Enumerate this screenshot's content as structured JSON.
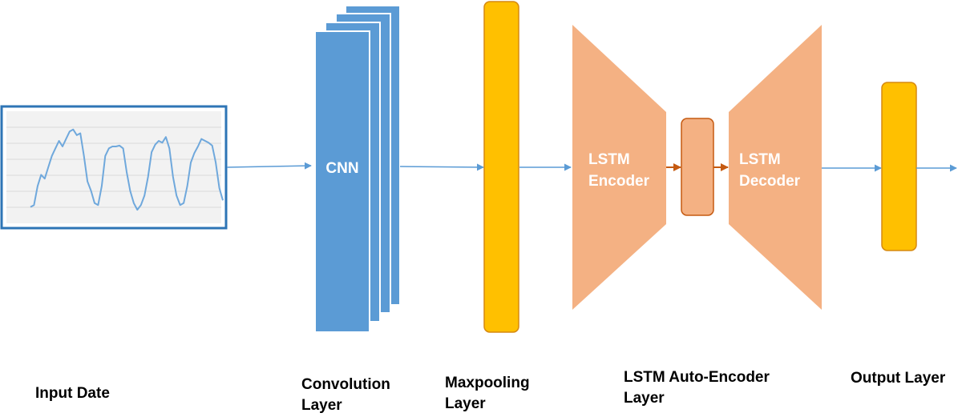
{
  "blocks": {
    "cnn_label": "CNN",
    "encoder_line1": "LSTM",
    "encoder_line2": "Encoder",
    "decoder_line1": "LSTM",
    "decoder_line2": "Decoder"
  },
  "captions": {
    "input": "Input Date",
    "convolution_line1": "Convolution",
    "convolution_line2": "Layer",
    "maxpooling_line1": "Maxpooling",
    "maxpooling_line2": "Layer",
    "lstm_autoencoder_line1": "LSTM Auto-Encoder",
    "lstm_autoencoder_line2": "Layer",
    "output": "Output Layer"
  },
  "colors": {
    "cnn_blue": "#5b9bd5",
    "layer_orange": "#ffc000",
    "lstm_salmon": "#f4b183",
    "arrow_blue": "#5b9bd5",
    "arrow_brown": "#c55a11",
    "frame_blue": "#2e75b6"
  },
  "input_signal": [
    0.08,
    0.1,
    0.3,
    0.42,
    0.38,
    0.5,
    0.62,
    0.7,
    0.78,
    0.72,
    0.8,
    0.88,
    0.9,
    0.84,
    0.86,
    0.62,
    0.35,
    0.25,
    0.12,
    0.1,
    0.3,
    0.62,
    0.7,
    0.72,
    0.72,
    0.73,
    0.7,
    0.45,
    0.25,
    0.12,
    0.05,
    0.1,
    0.2,
    0.4,
    0.66,
    0.74,
    0.78,
    0.76,
    0.82,
    0.7,
    0.4,
    0.2,
    0.1,
    0.12,
    0.3,
    0.55,
    0.65,
    0.72,
    0.8,
    0.78,
    0.76,
    0.73,
    0.55,
    0.28,
    0.15
  ]
}
